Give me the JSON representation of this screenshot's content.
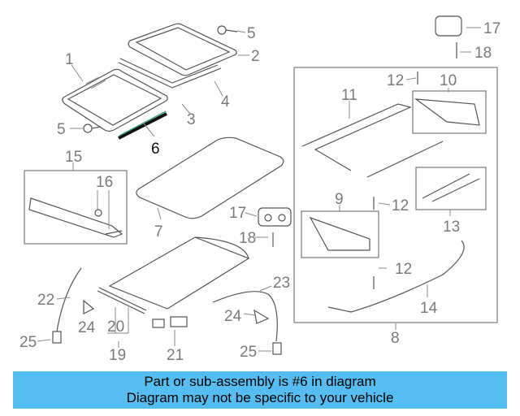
{
  "diagram": {
    "callouts": {
      "c1": "1",
      "c2": "2",
      "c3": "3",
      "c4": "4",
      "c5a": "5",
      "c5b": "5",
      "c6": "6",
      "c7": "7",
      "c8": "8",
      "c9": "9",
      "c10": "10",
      "c11": "11",
      "c12a": "12",
      "c12b": "12",
      "c12c": "12",
      "c13": "13",
      "c14": "14",
      "c15": "15",
      "c16": "16",
      "c17a": "17",
      "c17b": "17",
      "c18a": "18",
      "c18b": "18",
      "c19": "19",
      "c20": "20",
      "c21": "21",
      "c22": "22",
      "c23": "23",
      "c24a": "24",
      "c24b": "24",
      "c25a": "25",
      "c25b": "25"
    },
    "highlight_color": "#111111",
    "label_color": "#7a7a7a"
  },
  "banner": {
    "line1": "Part or sub-assembly is #6 in diagram",
    "line2": "Diagram may not be specific to your vehicle",
    "background": "#55bdf2"
  }
}
